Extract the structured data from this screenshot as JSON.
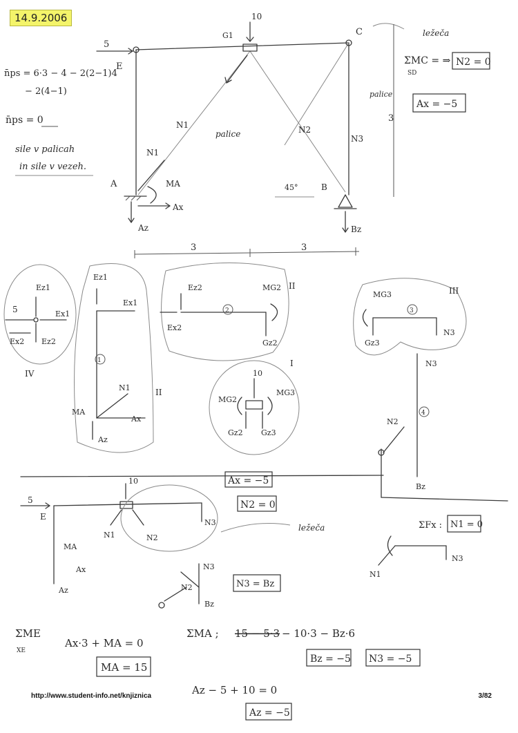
{
  "header": {
    "date": "14.9.2006"
  },
  "indeterminacy": {
    "formula_line1": "n̄ps = 6·3 − 4 − 2(2−1)4",
    "formula_line2": "− 2(4−1)",
    "result": "n̄ps = 0",
    "note_line1": "sile v palicah",
    "note_line2": "in sile v vezeh."
  },
  "frame": {
    "labels": {
      "load_top": "10",
      "load_left": "5",
      "node_E": "E",
      "node_C": "C",
      "node_A": "A",
      "node_B": "B",
      "node_G1": "G1",
      "member_N1_top": "N1",
      "member_N1_bottom": "N1",
      "member_N2": "N2",
      "member_N3": "N3",
      "word_palice_center": "palice",
      "word_palice_right": "palice",
      "word_lezeci": "ležeča",
      "moment_MA": "MA",
      "reaction_Ax": "Ax",
      "reaction_Az": "Az",
      "reaction_Bz": "Bz",
      "angle": "45°",
      "height_dim": "3",
      "dim_left": "3",
      "dim_right": "3"
    },
    "equations": {
      "sum_moment": "ΣMC = ⇒",
      "sum_moment_sub": "SD",
      "N2_result": "N2 = 0",
      "Ax_result": "Ax = −5"
    }
  },
  "free_body": {
    "group_IV": {
      "label": "IV",
      "f1": "5",
      "f2": "Ez1",
      "f3": "Ex1",
      "f4": "Ex2",
      "f5": "Ez2"
    },
    "group_left": {
      "label": "II",
      "member": "1",
      "Ez": "Ez1",
      "Ex": "Ex1",
      "N1": "N1",
      "MA": "MA",
      "Ax": "Ax",
      "Az": "Az"
    },
    "group_II": {
      "label": "II",
      "member": "2",
      "Ez": "Ez2",
      "Ex": "Ex2",
      "MG": "MG2",
      "G": "Gz2"
    },
    "group_III": {
      "label": "III",
      "member": "3",
      "MG": "MG3",
      "G": "Gz3",
      "N3": "N3"
    },
    "group_I": {
      "label": "I",
      "load": "10",
      "MG2": "MG2",
      "MG3": "MG3",
      "G2": "Gz2",
      "G3": "Gz3"
    },
    "member_4": {
      "label": "4",
      "N3": "N3",
      "N2": "N2",
      "Bz": "Bz"
    }
  },
  "middle_results": {
    "Ax": "Ax = −5",
    "N2": "N2 = 0"
  },
  "lower_section": {
    "load_top": "10",
    "load_left": "5",
    "node_E": "E",
    "N1": "N1",
    "N2": "N2",
    "N3": "N3",
    "MA": "MA",
    "Ax": "Ax",
    "Az": "Az",
    "word_lezeca": "ležeča",
    "sum_fx": "ΣFx :",
    "N1_result": "N1 = 0",
    "N1_label": "N1",
    "N3_label": "N3",
    "node_N3": "N3",
    "node_N2": "N2",
    "node_Bz": "Bz",
    "N3_eq_Bz": "N3 = Bz"
  },
  "final_equations": {
    "sum_ME": "ΣME",
    "sum_ME_sub": "XE",
    "eq1": "Ax·3 + MA = 0",
    "MA_result": "MA = 15",
    "sum_MA": "ΣMA ;",
    "eq2_part1": "15 − 5·3",
    "eq2_part2": "− 10·3 − Bz·6",
    "Bz_result": "Bz = −5",
    "N3_result": "N3 = −5",
    "eq3": "Az − 5 + 10 = 0",
    "Az_result": "Az = −5"
  },
  "footer": {
    "url": "http://www.student-info.net/knjiznica",
    "page": "3/82"
  }
}
